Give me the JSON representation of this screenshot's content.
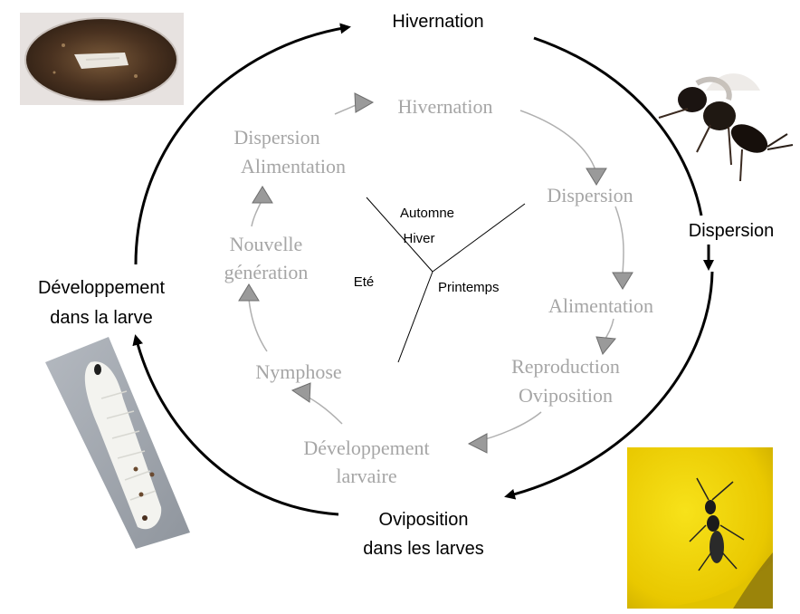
{
  "colors": {
    "outer_arrow": "#000000",
    "inner_text": "#a6a6a6",
    "inner_arrow_fill": "#9a9a9a",
    "inner_curve": "#b0b0b0",
    "season_line": "#000000"
  },
  "outer_cycle": {
    "hivernation": "Hivernation",
    "dispersion": "Dispersion",
    "oviposition_line1": "Oviposition",
    "oviposition_line2": "dans les larves",
    "developpement_line1": "Développement",
    "developpement_line2": "dans la larve"
  },
  "inner_cycle": {
    "hivernation": "Hivernation",
    "dispersion": "Dispersion",
    "alimentation": "Alimentation",
    "reproduction_line1": "Reproduction",
    "reproduction_line2": "Oviposition",
    "dev_larvaire_line1": "Développement",
    "dev_larvaire_line2": "larvaire",
    "nymphose": "Nymphose",
    "nouvelle_line1": "Nouvelle",
    "nouvelle_line2": "génération",
    "disp_alim_line1": "Dispersion",
    "disp_alim_line2": "Alimentation"
  },
  "seasons": {
    "automne": "Automne",
    "hiver": "Hiver",
    "printemps": "Printemps",
    "ete": "Eté"
  },
  "photos": {
    "cocoon": "cocoon-photo",
    "wasp": "wasp-photo",
    "wasp_on_flower": "wasp-on-yellow-petal-photo",
    "larva": "larva-photo"
  }
}
